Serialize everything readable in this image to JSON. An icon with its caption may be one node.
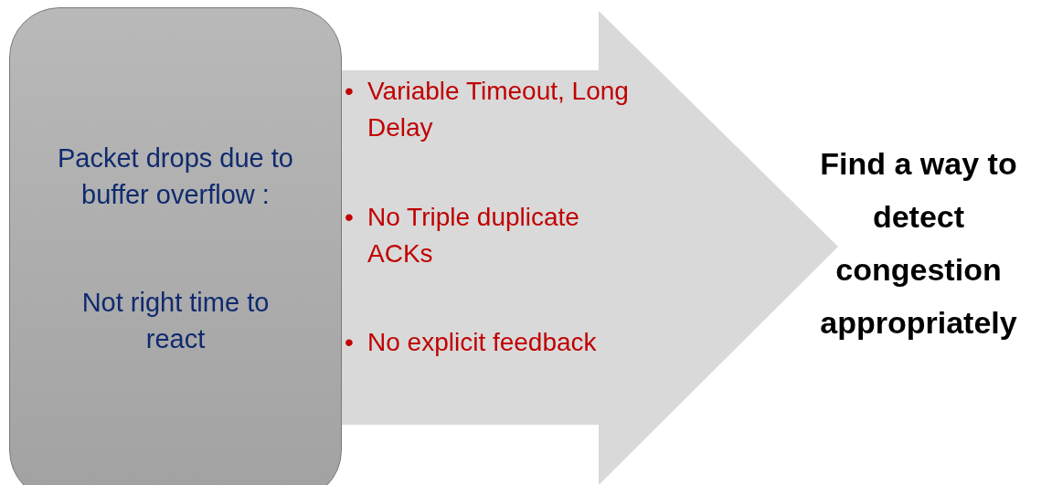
{
  "diagram": {
    "nodes": [
      {
        "text": [
          "Packet drops due to buffer overflow :",
          "Not right time to react"
        ]
      },
      {
        "text": [
          "Variable Timeout, Long Delay",
          "No Triple duplicate ACKs",
          "No explicit feedback"
        ]
      },
      {
        "text": [
          "Find a way to detect congestion appropriately"
        ]
      }
    ],
    "labels": [
      "•",
      "•",
      "•"
    ]
  }
}
